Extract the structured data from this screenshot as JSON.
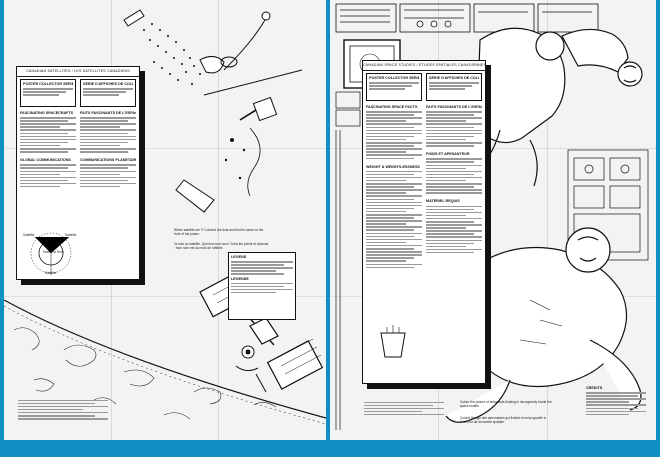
{
  "left_poster": {
    "panel_header": "CANADIAN SATELLITES / LES SATELLITES CANADIENS",
    "box1_title": "POSTER COLLECTOR SERIES",
    "box2_title": "SÉRIE D'AFFICHES DE COLLECTION",
    "section1_en": "FASCINATING SPACECRAFTS",
    "section1_fr": "FAITS FASCINANTS DE L'ESPACE",
    "section2_en": "GLOBAL COMMUNICATIONS",
    "section2_fr": "COMMUNICATIONS PLANÉTAIRES",
    "diagram_center": "Earth / la Terre",
    "diagram_sat_a": "Satellite",
    "diagram_sat_b": "Satellite",
    "diagram_sat_c": "Satellite",
    "caption_en": "Which satellite am I? Connect the dots and find its name on the front of the poster.",
    "caption_fr": "Je suis un satellite. Quel est mon nom? Joins les points et réponds : mon nom est au recto de l'affiche.",
    "legend_title": "LEGEND",
    "legend_title_fr": "LÉGENDE"
  },
  "right_poster": {
    "panel_header": "CANADIAN SPACE STUDIES / ÉTUDES SPATIALES CANADIENNES",
    "box1_title": "POSTER COLLECTOR SERIES",
    "box2_title": "SÉRIE D'AFFICHES DE COLLECTION",
    "section1_en": "FASCINATING SPACE FACTS",
    "section1_fr": "FAITS FASCINANTS DE L'ESPACE",
    "section2_en": "WEIGHT & WEIGHTLESSNESS",
    "section2_fr": "POIDS ET APESANTEUR",
    "section3_fr": "MATÉRIEL REQUIS",
    "caption_en": "Colour the picture of astronauts floating in microgravity inside the space shuttle.",
    "caption_fr": "Colorie l'image des astronautes qui flottent en microgravité à l'intérieur de la navette spatiale.",
    "footnote_title": "CREDITS"
  },
  "colors": {
    "background": "#0f8fc4",
    "paper": "#f3f3f1",
    "ink": "#111111"
  },
  "icons": [
    "dot-to-dot-satellite-icon",
    "satellite-icon",
    "earth-orbit-icon",
    "astronaut-icon",
    "space-shuttle-cabin-icon"
  ]
}
